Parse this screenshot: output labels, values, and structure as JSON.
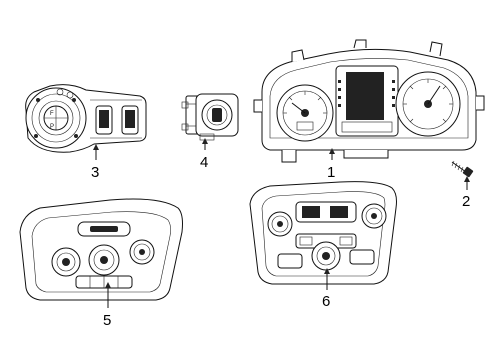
{
  "callouts": [
    {
      "id": "1",
      "label": "1",
      "part": "instrument-cluster"
    },
    {
      "id": "2",
      "label": "2",
      "part": "screw"
    },
    {
      "id": "3",
      "label": "3",
      "part": "headlamp-switch"
    },
    {
      "id": "4",
      "label": "4",
      "part": "ignition-switch"
    },
    {
      "id": "5",
      "label": "5",
      "part": "climate-control-panel-basic"
    },
    {
      "id": "6",
      "label": "6",
      "part": "climate-control-panel-dual"
    }
  ]
}
